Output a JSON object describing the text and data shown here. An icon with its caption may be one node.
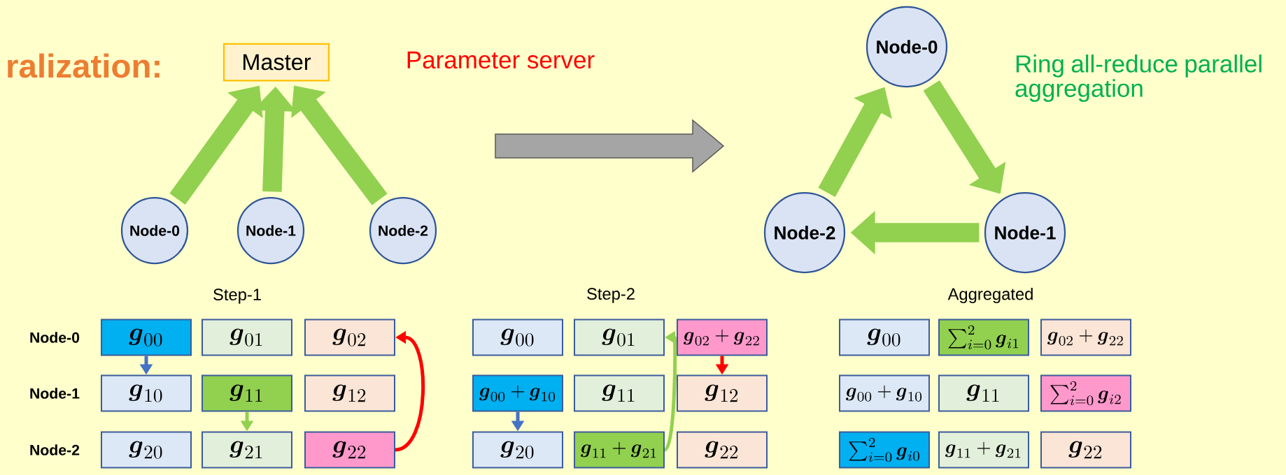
{
  "diagram": {
    "nodes": [
      {
        "text": [
          "Master"
        ]
      },
      {
        "text": [
          "Node-0"
        ]
      },
      {
        "text": [
          "Node-1"
        ]
      },
      {
        "text": [
          "Node-2"
        ]
      },
      {
        "text": [
          "Node-0"
        ]
      },
      {
        "text": [
          "Node-2"
        ]
      },
      {
        "text": [
          "Node-1"
        ]
      },
      {
        "text": [
          "\\boldsymbol{g}_{00}"
        ]
      },
      {
        "text": [
          "\\boldsymbol{g}_{01}"
        ]
      },
      {
        "text": [
          "\\boldsymbol{g}_{02}"
        ]
      },
      {
        "text": [
          "\\boldsymbol{g}_{10}"
        ]
      },
      {
        "text": [
          "\\boldsymbol{g}_{11}"
        ]
      },
      {
        "text": [
          "\\boldsymbol{g}_{12}"
        ]
      },
      {
        "text": [
          "\\boldsymbol{g}_{20}"
        ]
      },
      {
        "text": [
          "\\boldsymbol{g}_{21}"
        ]
      },
      {
        "text": [
          "\\boldsymbol{g}_{22}"
        ]
      },
      {
        "text": [
          "\\boldsymbol{g}_{00}"
        ]
      },
      {
        "text": [
          "\\boldsymbol{g}_{01}"
        ]
      },
      {
        "text": [
          "\\boldsymbol{g}_{02}+\\boldsymbol{g}_{22}"
        ]
      },
      {
        "text": [
          "\\boldsymbol{g}_{00}+\\boldsymbol{g}_{10}"
        ]
      },
      {
        "text": [
          "\\boldsymbol{g}_{11}"
        ]
      },
      {
        "text": [
          "\\boldsymbol{g}_{12}"
        ]
      },
      {
        "text": [
          "\\boldsymbol{g}_{20}"
        ]
      },
      {
        "text": [
          "\\boldsymbol{g}_{11}+\\boldsymbol{g}_{21}"
        ]
      },
      {
        "text": [
          "\\boldsymbol{g}_{22}"
        ]
      },
      {
        "text": [
          "\\boldsymbol{g}_{00}"
        ]
      },
      {
        "text": [
          "\\sum_{i=0}^{2}\\boldsymbol{g}_{i1}"
        ]
      },
      {
        "text": [
          "\\boldsymbol{g}_{02}+\\boldsymbol{g}_{22}"
        ]
      },
      {
        "text": [
          "\\boldsymbol{g}_{00}+\\boldsymbol{g}_{10}"
        ]
      },
      {
        "text": [
          "\\boldsymbol{g}_{11}"
        ]
      },
      {
        "text": [
          "\\sum_{i=0}^{2}\\boldsymbol{g}_{i2}"
        ]
      },
      {
        "text": [
          "\\sum_{i=0}^{2}\\boldsymbol{g}_{i0}"
        ]
      },
      {
        "text": [
          "\\boldsymbol{g}_{11}+\\boldsymbol{g}_{21}"
        ]
      },
      {
        "text": [
          "\\boldsymbol{g}_{22}"
        ]
      }
    ],
    "edges": [
      {
        "from": 1,
        "to": 0,
        "arrow": "to",
        "style": "thick"
      },
      {
        "from": 2,
        "to": 0,
        "arrow": "to",
        "style": "thick"
      },
      {
        "from": 3,
        "to": 0,
        "arrow": "to",
        "style": "thick"
      },
      {
        "from": 4,
        "to": 6,
        "arrow": "to",
        "style": "thick"
      },
      {
        "from": 6,
        "to": 5,
        "arrow": "to",
        "style": "thick"
      },
      {
        "from": 5,
        "to": 4,
        "arrow": "to",
        "style": "thick"
      },
      {
        "from": 7,
        "to": 10,
        "arrow": "to",
        "color": "#4472c4"
      },
      {
        "from": 11,
        "to": 14,
        "arrow": "to"
      },
      {
        "from": 15,
        "to": 9,
        "arrow": "to",
        "color": "#ff0000"
      },
      {
        "from": 18,
        "to": 21,
        "arrow": "to",
        "color": "#ff0000"
      },
      {
        "from": 19,
        "to": 22,
        "arrow": "to",
        "color": "#4472c4"
      },
      {
        "from": 23,
        "to": 17,
        "arrow": "to"
      }
    ],
    "labels": [
      "ralization:",
      "Parameter server",
      "Ring all-reduce parallel aggregation",
      "Step-1",
      "Step-2",
      "Aggregated",
      "Node-0",
      "Node-1",
      "Node-2"
    ]
  }
}
